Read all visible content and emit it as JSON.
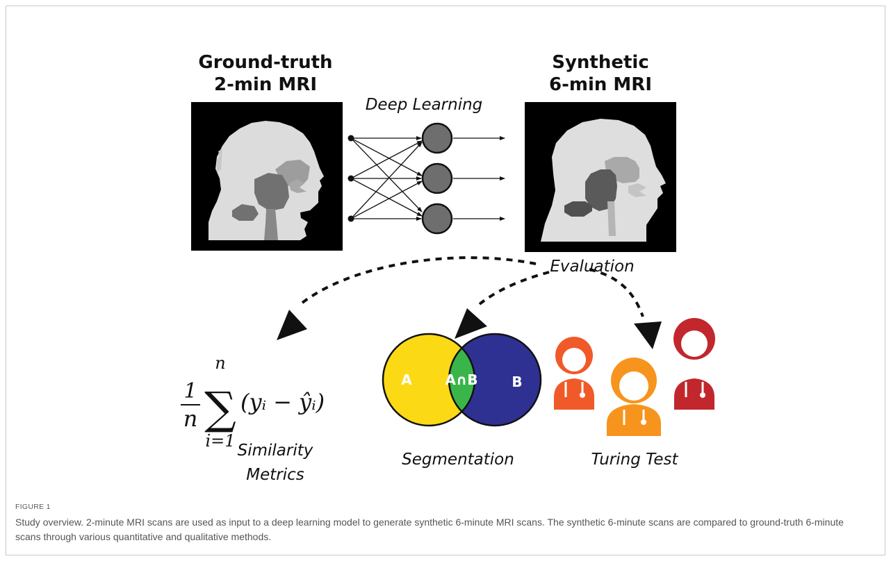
{
  "panels": {
    "ground_truth_title_line1": "Ground-truth",
    "ground_truth_title_line2": "2-min MRI",
    "synthetic_title_line1": "Synthetic",
    "synthetic_title_line2": "6-min MRI",
    "deep_learning_label": "Deep Learning",
    "evaluation_label": "Evaluation"
  },
  "formula": {
    "frac_num": "1",
    "frac_den": "n",
    "sum_top": "n",
    "sum_bottom": "i=1",
    "expression": "(yᵢ  −  ŷᵢ)"
  },
  "methods": {
    "similarity_line1": "Similarity",
    "similarity_line2": "Metrics",
    "segmentation": "Segmentation",
    "turing_test": "Turing Test"
  },
  "venn": {
    "left": "A",
    "middle": "A∩B",
    "right": "B",
    "colors": {
      "a": "#fcd915",
      "b": "#2e3192",
      "overlap": "#3ab54a"
    }
  },
  "doctor_colors": [
    "#f05a28",
    "#f7941d",
    "#c1272d"
  ],
  "caption": {
    "label": "FIGURE 1",
    "text": "Study overview. 2-minute MRI scans are used as input to a deep learning model to generate synthetic 6-minute MRI scans. The synthetic 6-minute scans are compared to ground-truth 6-minute scans through various quantitative and qualitative methods."
  }
}
